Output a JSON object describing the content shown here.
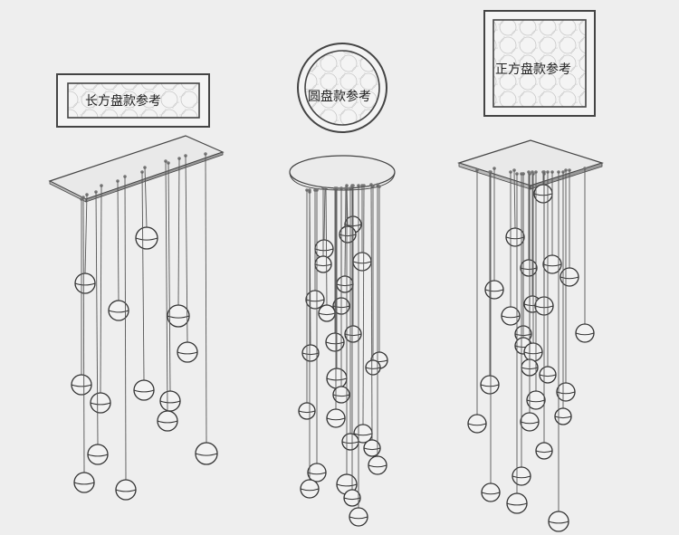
{
  "labels": {
    "rect": "长方盘款参考",
    "round": "圆盘款参考",
    "square": "正方盘款参考"
  },
  "colors": {
    "background": "#eeeeee",
    "line": "#555555",
    "sphere_stroke": "#333333",
    "panel_fill": "#f4f4f4"
  },
  "icons": {
    "canopy": "ceiling-canopy-plate",
    "pendant": "glass-ball-pendant",
    "preview": "canopy-top-view"
  }
}
